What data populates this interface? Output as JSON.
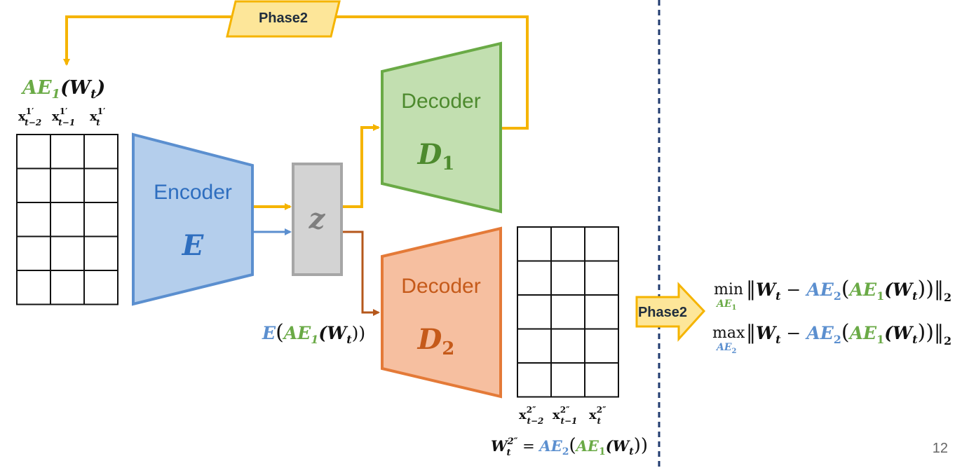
{
  "colors": {
    "phase_arrow": "#F5B400",
    "phase_box_fill": "#FDE699",
    "encoder_fill": "#B4CEEC",
    "encoder_stroke": "#5B8FCF",
    "encoder_text": "#2E6EBF",
    "latent_fill": "#D3D3D3",
    "latent_stroke": "#A6A6A6",
    "decoder1_fill": "#C2DFB0",
    "decoder1_stroke": "#6AAA46",
    "decoder1_text": "#4D8A2E",
    "decoder2_fill": "#F6BFA0",
    "decoder2_stroke": "#E47A38",
    "decoder2_text": "#C55A1A",
    "ae1_green": "#6AAA46",
    "ae2_blue": "#5B8FCF",
    "divider": "#1F3A6E",
    "d2_arrow": "#B5571B"
  },
  "phase_top": {
    "label": "Phase2"
  },
  "phase_right": {
    "label": "Phase2"
  },
  "input_matrix": {
    "title": {
      "ae": "AE",
      "sub": "1",
      "arg": "(W",
      "arg_sub": "t",
      "close": ")"
    },
    "columns": [
      {
        "base": "x",
        "sup": "1′",
        "sub": "t−2"
      },
      {
        "base": "x",
        "sup": "1′",
        "sub": "t−1"
      },
      {
        "base": "x",
        "sup": "1′",
        "sub": "t"
      }
    ],
    "rows": 5,
    "cols": 3
  },
  "encoder": {
    "title": "Encoder",
    "symbol": "E"
  },
  "latent": {
    "symbol": "z"
  },
  "decoder1": {
    "title": "Decoder",
    "symbol": "D",
    "symbol_sub": "1"
  },
  "decoder2": {
    "title": "Decoder",
    "symbol": "D",
    "symbol_sub": "2"
  },
  "encoder_output_label": {
    "e": "E",
    "open": "(",
    "ae": "AE",
    "ae_sub": "1",
    "arg": "(W",
    "arg_sub": "t",
    "close": "))"
  },
  "output_matrix": {
    "columns": [
      {
        "base": "x",
        "sup": "2″",
        "sub": "t−2"
      },
      {
        "base": "x",
        "sup": "2″",
        "sub": "t−1"
      },
      {
        "base": "x",
        "sup": "2″",
        "sub": "t"
      }
    ],
    "rows": 5,
    "cols": 3,
    "formula": {
      "lhs": "W",
      "lhs_sup": "2″",
      "lhs_sub": "t",
      "eq": " = ",
      "ae2": "AE",
      "ae2_sub": "2",
      "open": "(",
      "ae1": "AE",
      "ae1_sub": "1",
      "arg": "(W",
      "arg_sub": "t",
      "close": "))"
    }
  },
  "objectives": [
    {
      "op": "min",
      "op_sub": "AE",
      "op_sub_idx": "1",
      "op_sub_color": "ae1"
    },
    {
      "op": "max",
      "op_sub": "AE",
      "op_sub_idx": "2",
      "op_sub_color": "ae2"
    }
  ],
  "objective_expr": {
    "open": "‖",
    "w": "W",
    "w_sub": "t",
    "minus": " − ",
    "ae2": "AE",
    "ae2_sub": "2",
    "paren_open": "(",
    "ae1": "AE",
    "ae1_sub": "1",
    "arg": "(W",
    "arg_sub": "t",
    "paren_close": "))",
    "close": "‖",
    "norm_sub": "2"
  },
  "page_number": "12"
}
